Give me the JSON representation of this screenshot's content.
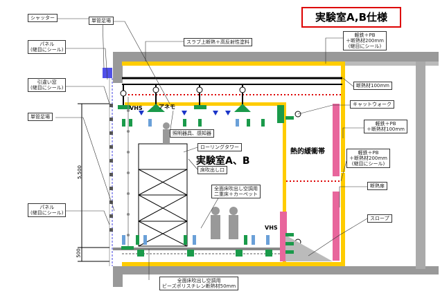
{
  "title": "実験室A,B仕様",
  "room_label": "実験室A、B",
  "thermal_zone": "熱的緩衝帯",
  "vhs_label": "VHS",
  "anemo_label": "アネモ",
  "dimensions": {
    "upper": "5,500",
    "lower": "500"
  },
  "callouts": {
    "shutter": "シャッター",
    "single_pipe_top": "単管足場",
    "panel_top": "パネル\n(継目にシール)",
    "sliding_window": "引違い窓\n(継目にシール)",
    "single_pipe_left": "単管足場",
    "panel_bottom": "パネル\n(継目にシール)",
    "slab": "スラブ上断熱＋高反射性塗料",
    "ceiling_spec": "軽鉄＋PB\n＋断熱材200mm\n(継目にシール)",
    "insulation_100": "断熱材100mm",
    "catwalk": "キャットウォーク",
    "wall_spec": "軽鉄＋PB\n＋断熱材100mm",
    "lighting": "照明器具、感知器",
    "rolling_tower": "ローリングタワー",
    "floor_outlet": "床吹出し口",
    "floor_system": "全面床吹出し空調用\n二重床＋カーペット",
    "partition_spec": "軽鉄＋PB\n＋断熱材200mm\n(継目にシール)",
    "insulation_door": "断熱扉",
    "slope": "スロープ",
    "floor_insulation": "全面床吹出し空調用\nビーズポリスチレン断熱材50mm"
  }
}
